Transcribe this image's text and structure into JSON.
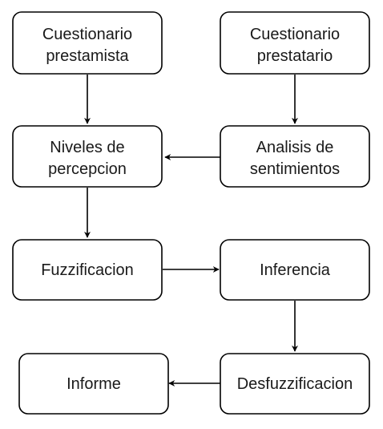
{
  "diagram": {
    "nodes": {
      "cuestionario_prestamista": {
        "lines": [
          "Cuestionario",
          "prestamista"
        ]
      },
      "cuestionario_prestatario": {
        "lines": [
          "Cuestionario",
          "prestatario"
        ]
      },
      "niveles_percepcion": {
        "lines": [
          "Niveles de",
          "percepcion"
        ]
      },
      "analisis_sentimientos": {
        "lines": [
          "Analisis de",
          "sentimientos"
        ]
      },
      "fuzzificacion": {
        "lines": [
          "Fuzzificacion"
        ]
      },
      "inferencia": {
        "lines": [
          "Inferencia"
        ]
      },
      "informe": {
        "lines": [
          "Informe"
        ]
      },
      "desfuzzificacion": {
        "lines": [
          "Desfuzzificacion"
        ]
      }
    },
    "edges": [
      {
        "from": "Cuestionario prestamista",
        "to": "Niveles de percepcion"
      },
      {
        "from": "Cuestionario prestatario",
        "to": "Analisis de sentimientos"
      },
      {
        "from": "Analisis de sentimientos",
        "to": "Niveles de percepcion"
      },
      {
        "from": "Niveles de percepcion",
        "to": "Fuzzificacion"
      },
      {
        "from": "Fuzzificacion",
        "to": "Inferencia"
      },
      {
        "from": "Inferencia",
        "to": "Desfuzzificacion"
      },
      {
        "from": "Desfuzzificacion",
        "to": "Informe"
      }
    ]
  }
}
